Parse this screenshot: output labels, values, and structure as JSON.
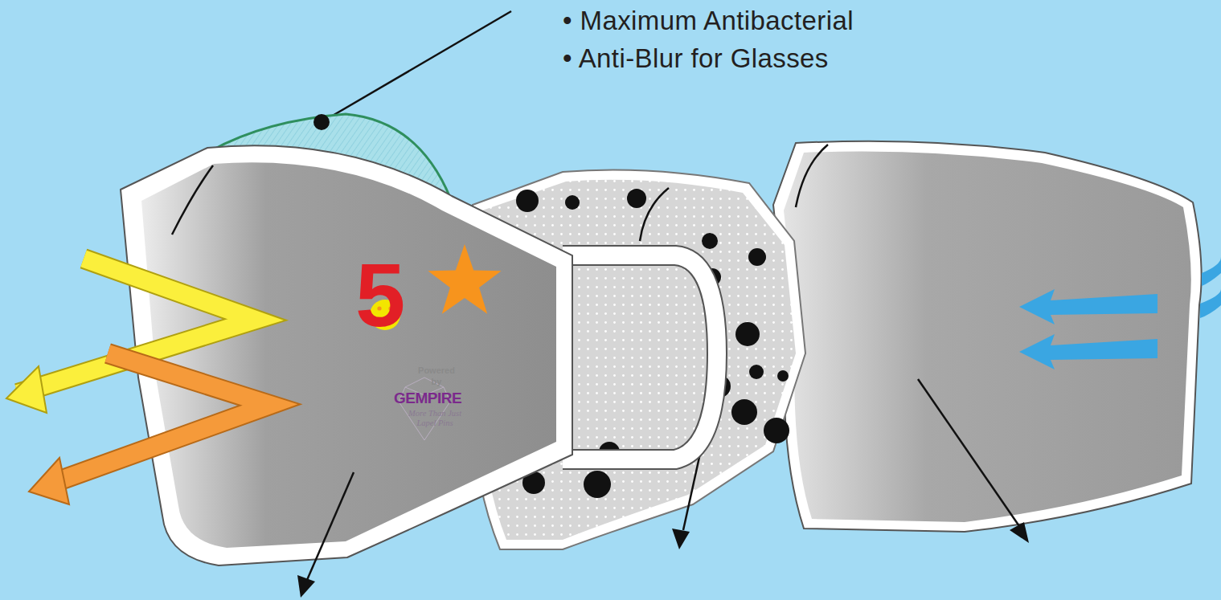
{
  "diagram": {
    "nodes": [
      {
        "text": [
          "5",
          "Powered by",
          "GEMPIRE",
          "More Than Just Lapel Pins"
        ]
      }
    ],
    "labels": [
      "• Maximum Antibacterial",
      "• Anti-Blur for Glasses"
    ]
  }
}
